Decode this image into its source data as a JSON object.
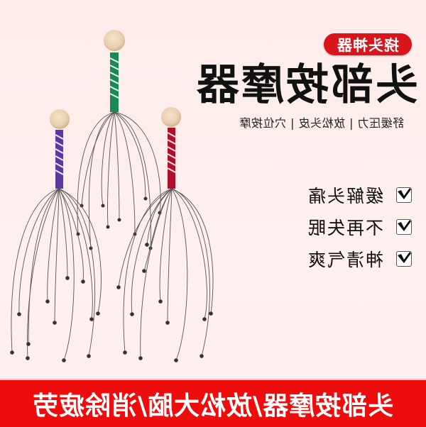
{
  "badge": {
    "label": "挠头神器"
  },
  "title": "头部按摩器",
  "subtitle": "舒缓压力 | 放松头皮 | 穴位按摩",
  "features": [
    {
      "label": "缓解头痛",
      "icon": "checkbox-checked-icon"
    },
    {
      "label": "不再失眠",
      "icon": "checkbox-checked-icon"
    },
    {
      "label": "神清气爽",
      "icon": "checkbox-checked-icon"
    }
  ],
  "banner": {
    "label": "头部按摩器/放松大脑/消除疲劳"
  },
  "product": {
    "name": "head massager",
    "handles": [
      {
        "color": "#1a8a55",
        "position": "center"
      },
      {
        "color": "#5a3aa0",
        "position": "left"
      },
      {
        "color": "#b0102a",
        "position": "right"
      }
    ]
  },
  "colors": {
    "accent": "#ee0d0d",
    "badge": "#d9141b",
    "background": "#fdeeed"
  }
}
